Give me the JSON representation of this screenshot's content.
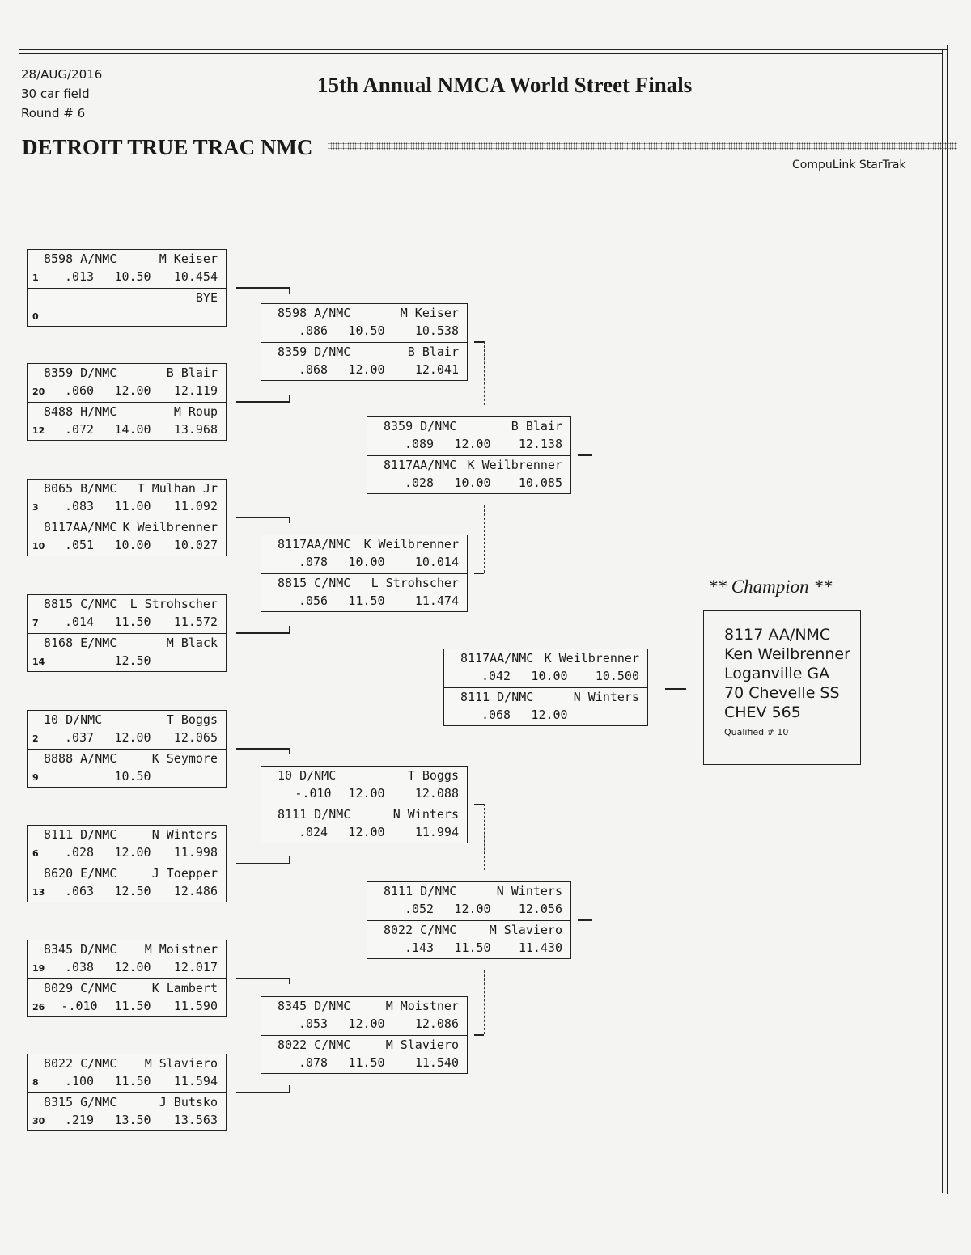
{
  "header": {
    "date": "28/AUG/2016",
    "field": "30 car field",
    "round": "Round # 6",
    "title": "15th Annual NMCA World Street Finals",
    "event": "DETROIT TRUE TRAC NMC",
    "brand": "CompuLink StarTrak"
  },
  "rounds": [
    [
      [
        {
          "car": "8598 A/NMC",
          "driver": "M Keiser",
          "seed": "1",
          "rt": ".013",
          "dial": "10.50",
          "et": "10.454"
        },
        {
          "car": "",
          "driver": "BYE",
          "seed": "0",
          "rt": "",
          "dial": "",
          "et": ""
        }
      ],
      [
        {
          "car": "8359 D/NMC",
          "driver": "B Blair",
          "seed": "20",
          "rt": ".060",
          "dial": "12.00",
          "et": "12.119"
        },
        {
          "car": "8488 H/NMC",
          "driver": "M Roup",
          "seed": "12",
          "rt": ".072",
          "dial": "14.00",
          "et": "13.968"
        }
      ],
      [
        {
          "car": "8065 B/NMC",
          "driver": "T Mulhan Jr",
          "seed": "3",
          "rt": ".083",
          "dial": "11.00",
          "et": "11.092"
        },
        {
          "car": "8117AA/NMC",
          "driver": "K Weilbrenner",
          "seed": "10",
          "rt": ".051",
          "dial": "10.00",
          "et": "10.027"
        }
      ],
      [
        {
          "car": "8815 C/NMC",
          "driver": "L Strohscher",
          "seed": "7",
          "rt": ".014",
          "dial": "11.50",
          "et": "11.572"
        },
        {
          "car": "8168 E/NMC",
          "driver": "M Black",
          "seed": "14",
          "rt": "",
          "dial": "12.50",
          "et": ""
        }
      ],
      [
        {
          "car": "10 D/NMC",
          "driver": "T Boggs",
          "seed": "2",
          "rt": ".037",
          "dial": "12.00",
          "et": "12.065"
        },
        {
          "car": "8888 A/NMC",
          "driver": "K Seymore",
          "seed": "9",
          "rt": "",
          "dial": "10.50",
          "et": ""
        }
      ],
      [
        {
          "car": "8111 D/NMC",
          "driver": "N Winters",
          "seed": "6",
          "rt": ".028",
          "dial": "12.00",
          "et": "11.998"
        },
        {
          "car": "8620 E/NMC",
          "driver": "J Toepper",
          "seed": "13",
          "rt": ".063",
          "dial": "12.50",
          "et": "12.486"
        }
      ],
      [
        {
          "car": "8345 D/NMC",
          "driver": "M Moistner",
          "seed": "19",
          "rt": ".038",
          "dial": "12.00",
          "et": "12.017"
        },
        {
          "car": "8029 C/NMC",
          "driver": "K Lambert",
          "seed": "26",
          "rt": "-.010",
          "dial": "11.50",
          "et": "11.590"
        }
      ],
      [
        {
          "car": "8022 C/NMC",
          "driver": "M Slaviero",
          "seed": "8",
          "rt": ".100",
          "dial": "11.50",
          "et": "11.594"
        },
        {
          "car": "8315 G/NMC",
          "driver": "J Butsko",
          "seed": "30",
          "rt": ".219",
          "dial": "13.50",
          "et": "13.563"
        }
      ]
    ],
    [
      [
        {
          "car": "8598 A/NMC",
          "driver": "M Keiser",
          "rt": ".086",
          "dial": "10.50",
          "et": "10.538"
        },
        {
          "car": "8359 D/NMC",
          "driver": "B Blair",
          "rt": ".068",
          "dial": "12.00",
          "et": "12.041"
        }
      ],
      [
        {
          "car": "8117AA/NMC",
          "driver": "K Weilbrenner",
          "rt": ".078",
          "dial": "10.00",
          "et": "10.014"
        },
        {
          "car": "8815 C/NMC",
          "driver": "L Strohscher",
          "rt": ".056",
          "dial": "11.50",
          "et": "11.474"
        }
      ],
      [
        {
          "car": "10 D/NMC",
          "driver": "T Boggs",
          "rt": "-.010",
          "dial": "12.00",
          "et": "12.088"
        },
        {
          "car": "8111 D/NMC",
          "driver": "N Winters",
          "rt": ".024",
          "dial": "12.00",
          "et": "11.994"
        }
      ],
      [
        {
          "car": "8345 D/NMC",
          "driver": "M Moistner",
          "rt": ".053",
          "dial": "12.00",
          "et": "12.086"
        },
        {
          "car": "8022 C/NMC",
          "driver": "M Slaviero",
          "rt": ".078",
          "dial": "11.50",
          "et": "11.540"
        }
      ]
    ],
    [
      [
        {
          "car": "8359 D/NMC",
          "driver": "B Blair",
          "rt": ".089",
          "dial": "12.00",
          "et": "12.138"
        },
        {
          "car": "8117AA/NMC",
          "driver": "K Weilbrenner",
          "rt": ".028",
          "dial": "10.00",
          "et": "10.085"
        }
      ],
      [
        {
          "car": "8111 D/NMC",
          "driver": "N Winters",
          "rt": ".052",
          "dial": "12.00",
          "et": "12.056"
        },
        {
          "car": "8022 C/NMC",
          "driver": "M Slaviero",
          "rt": ".143",
          "dial": "11.50",
          "et": "11.430"
        }
      ]
    ],
    [
      [
        {
          "car": "8117AA/NMC",
          "driver": "K Weilbrenner",
          "rt": ".042",
          "dial": "10.00",
          "et": "10.500"
        },
        {
          "car": "8111 D/NMC",
          "driver": "N Winters",
          "rt": ".068",
          "dial": "12.00",
          "et": ""
        }
      ]
    ]
  ],
  "champion": {
    "heading": "** Champion **",
    "car": "8117 AA/NMC",
    "name": "Ken Weilbrenner",
    "hometown": "Loganville GA",
    "vehicle": "70 Chevelle SS",
    "engine": "CHEV  565",
    "qualified": "Qualified # 10"
  }
}
